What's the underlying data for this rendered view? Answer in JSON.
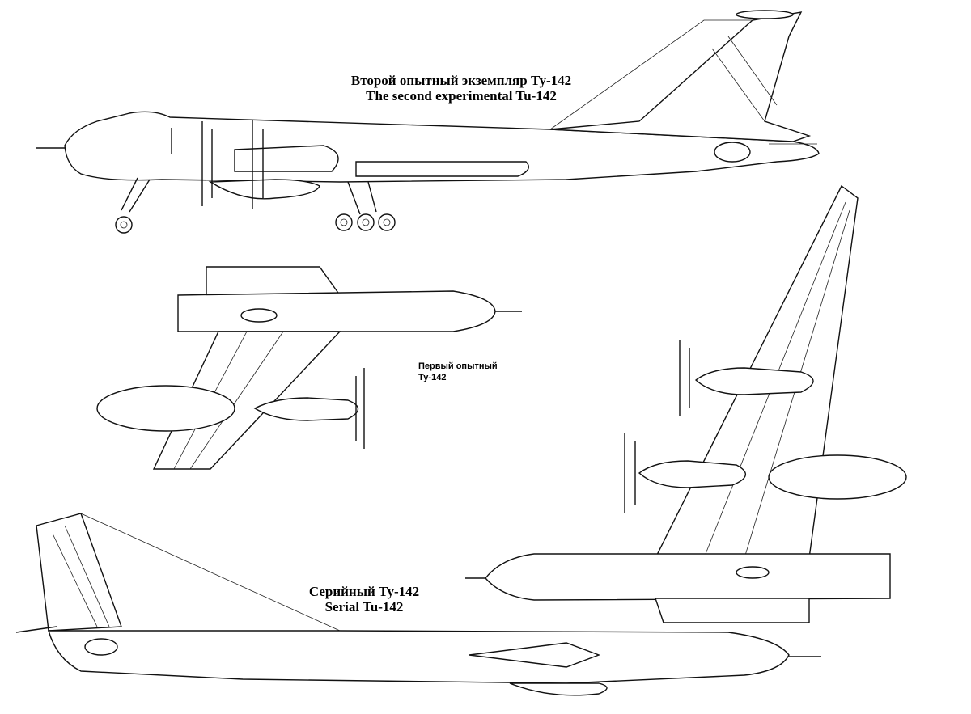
{
  "labels": {
    "second_prototype": {
      "ru": "Второй опытный экземпляр Ту-142",
      "en": "The second experimental Tu-142"
    },
    "first_prototype": {
      "ru_line1": "Первый опытный",
      "ru_line2": "Ту-142"
    },
    "serial": {
      "ru": "Серийный Ту-142",
      "en": "Serial Tu-142"
    }
  }
}
